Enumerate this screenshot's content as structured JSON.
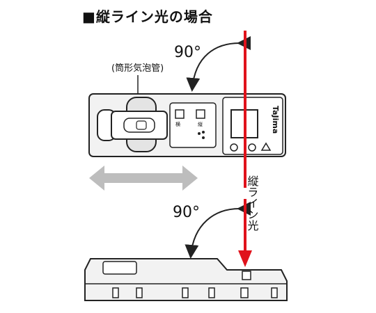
{
  "title": "■縦ライン光の場合",
  "callout": "(筒形気泡管)",
  "angle_top": "90°",
  "angle_bottom": "90°",
  "brand": "TaJima",
  "vertical_label": "縦ライン光",
  "button_labels": [
    "横",
    "縦"
  ],
  "colors": {
    "laser": "#e0121b",
    "outline": "#222222",
    "body_fill": "#f2f2f2",
    "shade": "#bdbdbd",
    "move_arrow": "#b8b8b8"
  }
}
